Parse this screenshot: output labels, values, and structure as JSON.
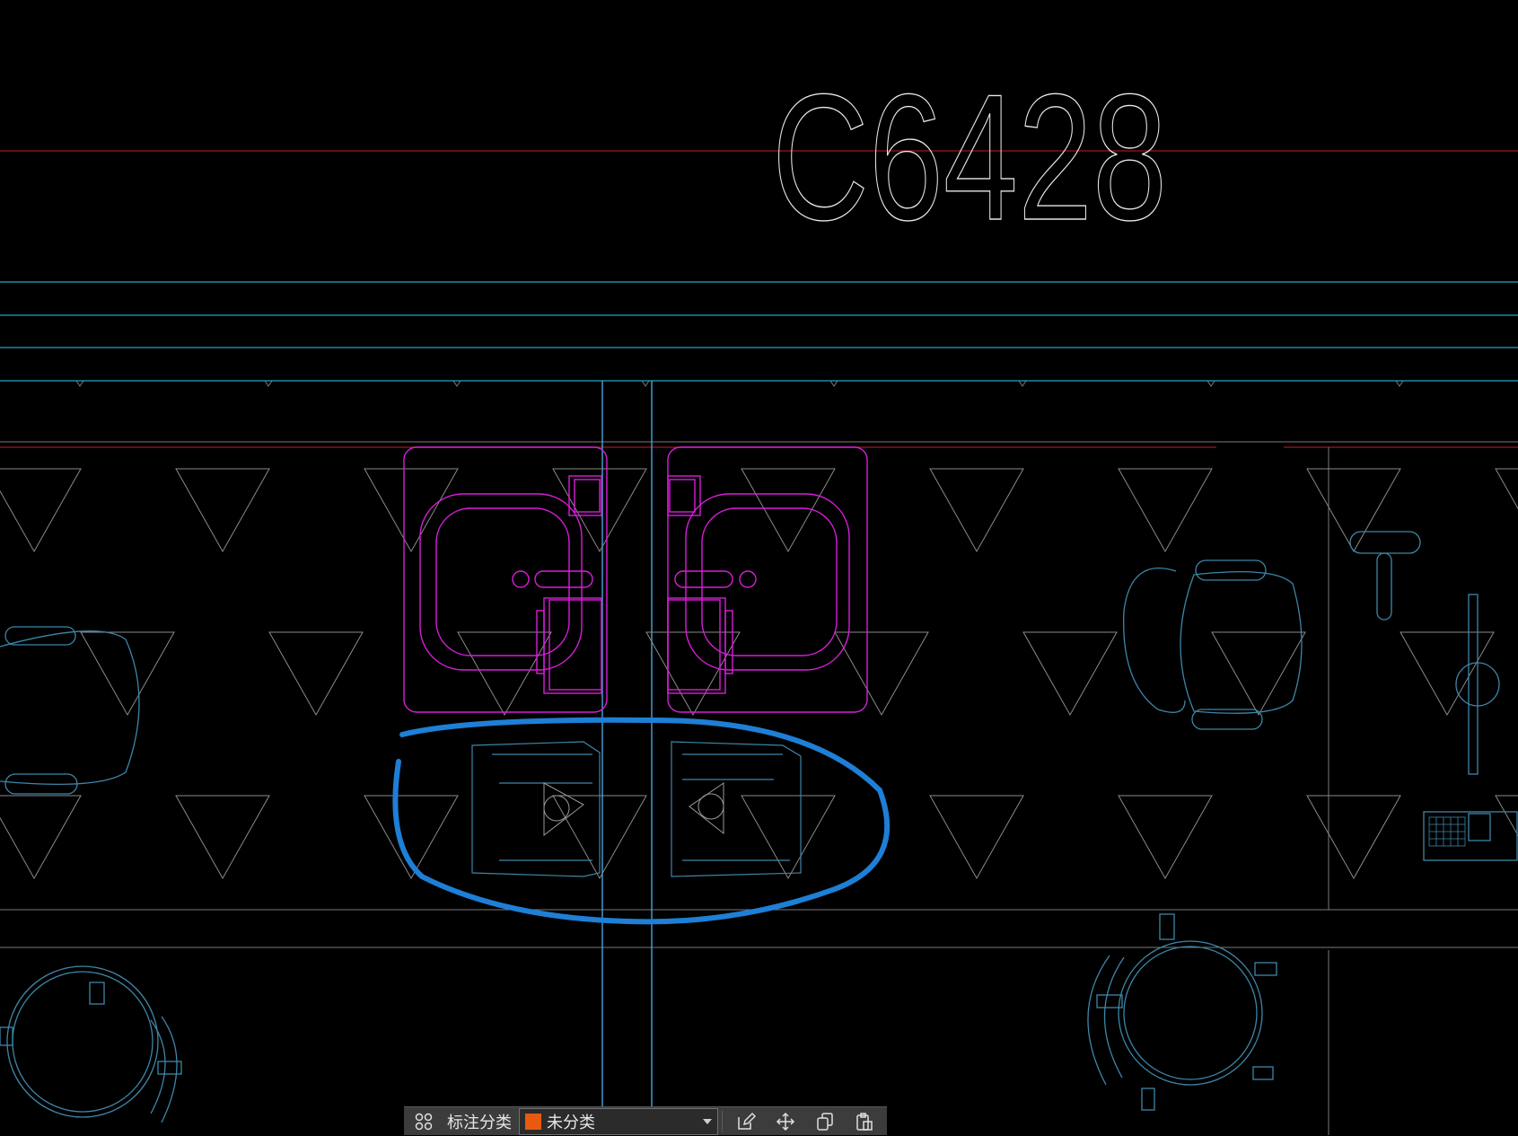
{
  "drawing": {
    "room_number": "C6428",
    "colors": {
      "background": "#000000",
      "cyan_lines": "#22a7c3",
      "blue_lines": "#4aa3d8",
      "red_lines": "#a01818",
      "magenta_fixtures": "#d81ed8",
      "white_text": "#e8e8e8",
      "grey_triangles": "#8a8a8a",
      "furniture": "#3e86a8",
      "markup_ellipse": "#1e7fd6"
    }
  },
  "toolbar": {
    "category_label": "标注分类",
    "category_value": "未分类",
    "category_color": "#e85a10",
    "icons": [
      "grid-icon",
      "edit-icon",
      "move-icon",
      "copy-icon",
      "paste-icon"
    ]
  }
}
